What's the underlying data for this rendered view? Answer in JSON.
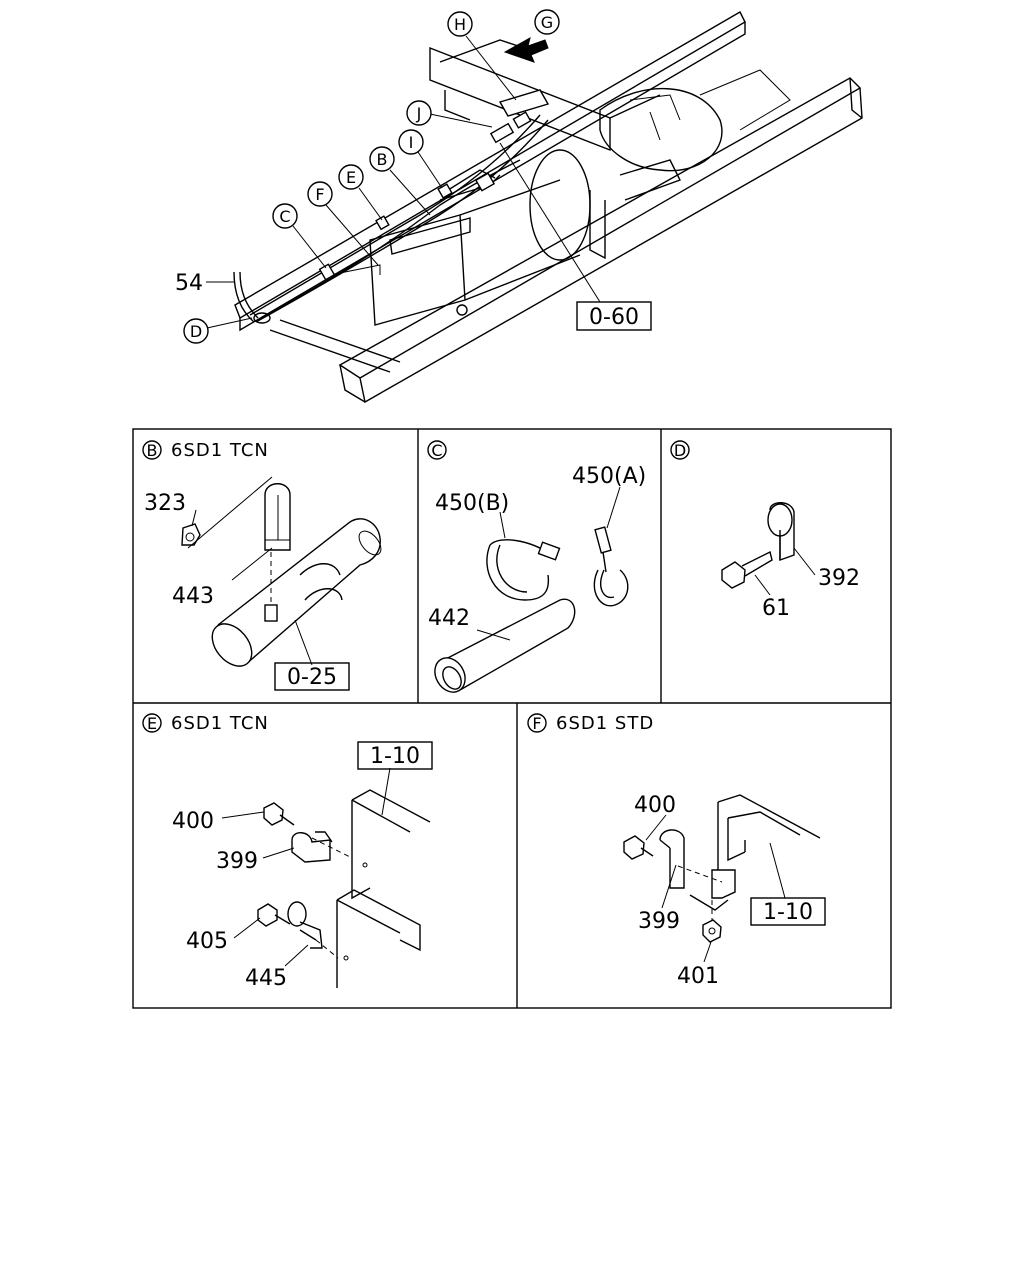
{
  "overview": {
    "callouts": {
      "H": "H",
      "G": "G",
      "J": "J",
      "I": "I",
      "B": "B",
      "E": "E",
      "F": "F",
      "C": "C",
      "D": "D"
    },
    "part_54": "54",
    "ref_060": "0-60"
  },
  "panel_b": {
    "letter": "B",
    "title": "6SD1 TCN",
    "parts": {
      "p323": "323",
      "p443": "443"
    },
    "ref": "0-25"
  },
  "panel_c": {
    "letter": "C",
    "parts": {
      "p450a": "450(A)",
      "p450b": "450(B)",
      "p442": "442"
    }
  },
  "panel_d": {
    "letter": "D",
    "parts": {
      "p392": "392",
      "p61": "61"
    }
  },
  "panel_e": {
    "letter": "E",
    "title": "6SD1 TCN",
    "ref": "1-10",
    "parts": {
      "p400": "400",
      "p399": "399",
      "p405": "405",
      "p445": "445"
    }
  },
  "panel_f": {
    "letter": "F",
    "title": "6SD1 STD",
    "ref": "1-10",
    "parts": {
      "p400": "400",
      "p399": "399",
      "p401": "401"
    }
  }
}
